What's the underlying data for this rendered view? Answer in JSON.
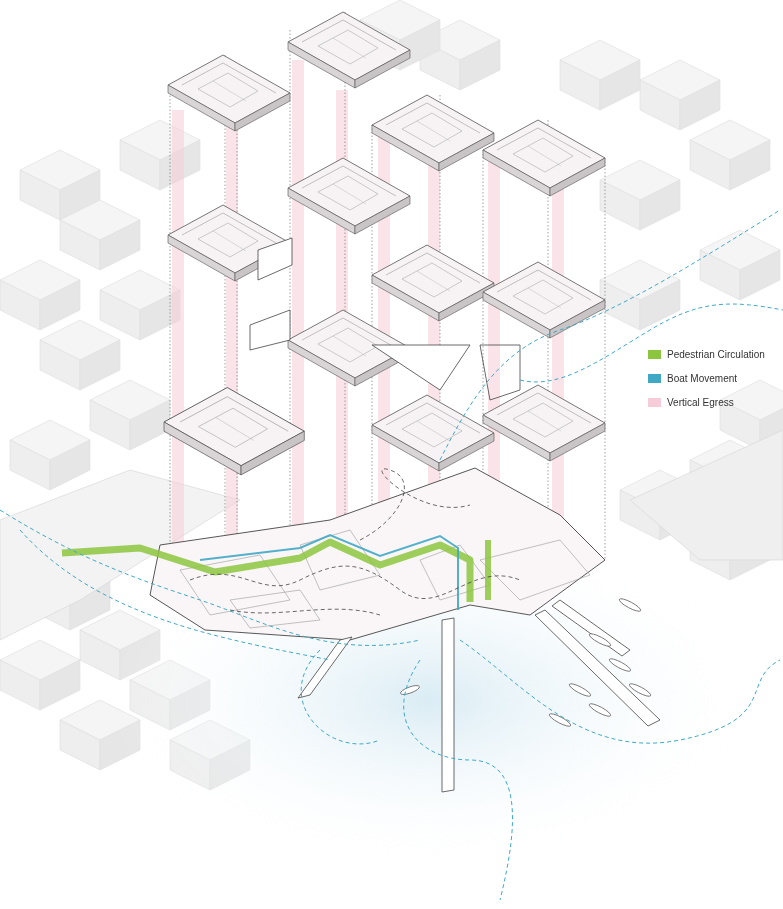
{
  "diagram": {
    "legend": [
      {
        "text": "Pedestrian Circulation",
        "color": "#8cc63f"
      },
      {
        "text": "Boat Movement",
        "color": "#3fa9c5"
      },
      {
        "text": "Vertical Egress",
        "color": "#f6ccd8"
      }
    ]
  }
}
